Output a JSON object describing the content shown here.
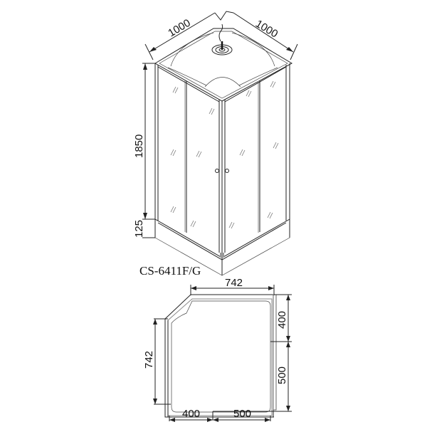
{
  "drawing": {
    "model_label": "CS-6411F/G",
    "elevation_view": {
      "dim_left_width": "1000",
      "dim_right_width": "1000",
      "dim_height": "1850",
      "dim_tray_height": "125"
    },
    "plan_view": {
      "dim_top": "742",
      "dim_left": "742",
      "dim_right_upper": "400",
      "dim_right_lower": "500",
      "dim_bottom_left": "400",
      "dim_bottom_right": "500"
    },
    "colors": {
      "line": "#222222",
      "background": "#ffffff"
    }
  }
}
